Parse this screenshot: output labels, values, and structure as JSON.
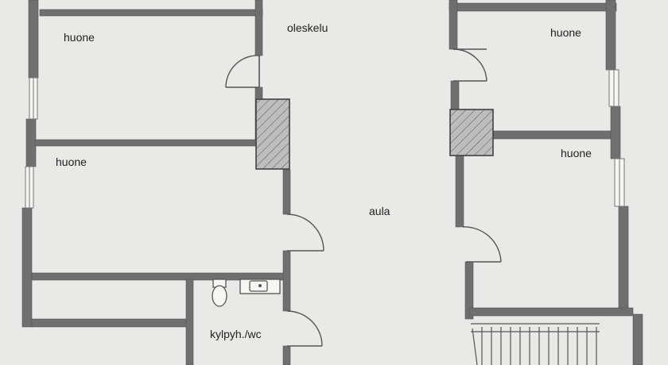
{
  "rooms": [
    {
      "id": "room-1",
      "label": "huone"
    },
    {
      "id": "room-2",
      "label": "huone"
    },
    {
      "id": "room-3",
      "label": "huone"
    },
    {
      "id": "room-4",
      "label": "huone"
    }
  ],
  "living_room": {
    "label": "oleskelu"
  },
  "hall": {
    "label": "aula"
  },
  "bathroom": {
    "label": "kylpyh./wc"
  },
  "colors": {
    "paper": "#e9e9e7",
    "wall": "#6f6f6f",
    "ink": "#222222"
  }
}
